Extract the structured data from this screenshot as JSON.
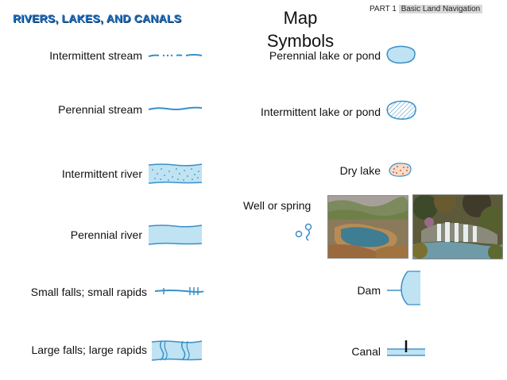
{
  "header": {
    "section_title": "RIVERS, LAKES, AND CANALS",
    "slide_title": "Map Symbols",
    "part_label": "PART 1",
    "chapter_label": "Basic Land Navigation"
  },
  "left_symbols": [
    {
      "label": "Intermittent stream",
      "icon": "intermittent-stream-symbol"
    },
    {
      "label": "Perennial stream",
      "icon": "perennial-stream-symbol"
    },
    {
      "label": "Intermittent river",
      "icon": "intermittent-river-symbol"
    },
    {
      "label": "Perennial river",
      "icon": "perennial-river-symbol"
    },
    {
      "label": "Small falls; small rapids",
      "icon": "small-falls-symbol"
    },
    {
      "label": "Large falls; large rapids",
      "icon": "large-falls-symbol"
    }
  ],
  "right_symbols": [
    {
      "label": "Perennial lake or pond",
      "icon": "perennial-lake-symbol"
    },
    {
      "label": "Intermittent lake or pond",
      "icon": "intermittent-lake-symbol"
    },
    {
      "label": "Dry lake",
      "icon": "dry-lake-symbol"
    },
    {
      "label": "Well or spring",
      "icon": "well-spring-symbol"
    },
    {
      "label": "Dam",
      "icon": "dam-symbol"
    },
    {
      "label": "Canal",
      "icon": "canal-symbol"
    }
  ],
  "colors": {
    "water_fill": "#bfe3f2",
    "water_line": "#3a8fc8",
    "title_blue": "#1d6fbf"
  }
}
